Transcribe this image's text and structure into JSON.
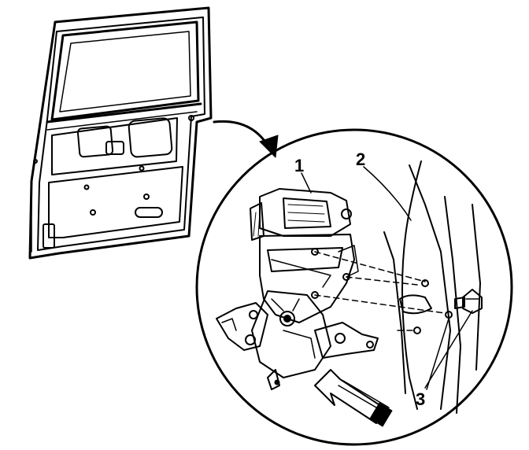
{
  "figure": {
    "callouts": [
      {
        "id": "1",
        "text": "1"
      },
      {
        "id": "2",
        "text": "2"
      },
      {
        "id": "3",
        "text": "3"
      }
    ],
    "colors": {
      "line": "#000000",
      "paper": "#ffffff"
    },
    "icons": [
      "curved-arrow-icon",
      "direction-arrow-icon"
    ]
  }
}
